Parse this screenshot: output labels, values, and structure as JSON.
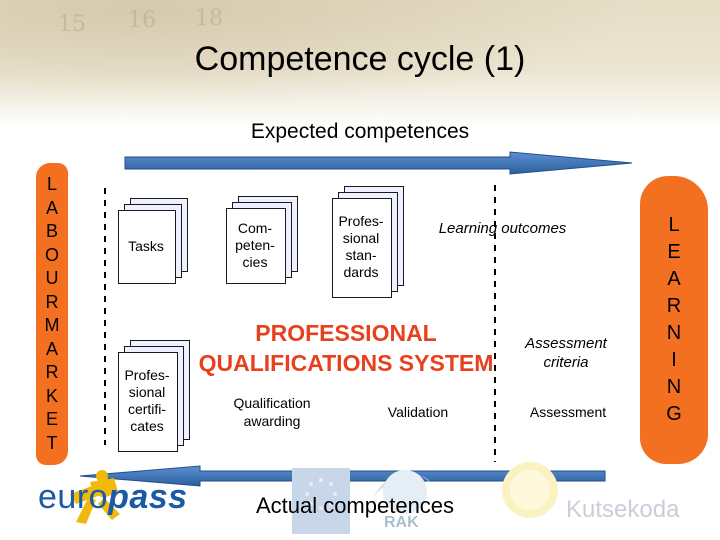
{
  "title": "Competence cycle (1)",
  "subtitle": "Expected competences",
  "bottom_label": "Actual competences",
  "left_column": [
    "L",
    "A",
    "B",
    "O",
    "U",
    "R",
    "M",
    "A",
    "R",
    "K",
    "E",
    "T"
  ],
  "right_column": [
    "L",
    "E",
    "A",
    "R",
    "N",
    "I",
    "N",
    "G"
  ],
  "cards": {
    "tasks": "Tasks",
    "competencies": [
      "Com-",
      "peten-",
      "cies"
    ],
    "standards": [
      "Profes-",
      "sional",
      "stan-",
      "dards"
    ],
    "certificates": [
      "Profes-",
      "sional",
      "certifi-",
      "cates"
    ]
  },
  "labels": {
    "learning_outcomes": "Learning outcomes",
    "pqs_line1": "PROFESSIONAL",
    "pqs_line2": "QUALIFICATIONS SYSTEM",
    "assessment_criteria_1": "Assessment",
    "assessment_criteria_2": "criteria",
    "qualification_1": "Qualification",
    "qualification_2": "awarding",
    "validation": "Validation",
    "assessment": "Assessment"
  },
  "logos": {
    "europass_a": "euro",
    "europass_b": "pass",
    "rak": "RAK",
    "kutsekoda": "Kutsekoda"
  },
  "colors": {
    "orange": "#f37021",
    "arrow_blue": "#3a73b9",
    "pqs_red": "#e8401c",
    "europass_blue": "#1b5aa6"
  }
}
